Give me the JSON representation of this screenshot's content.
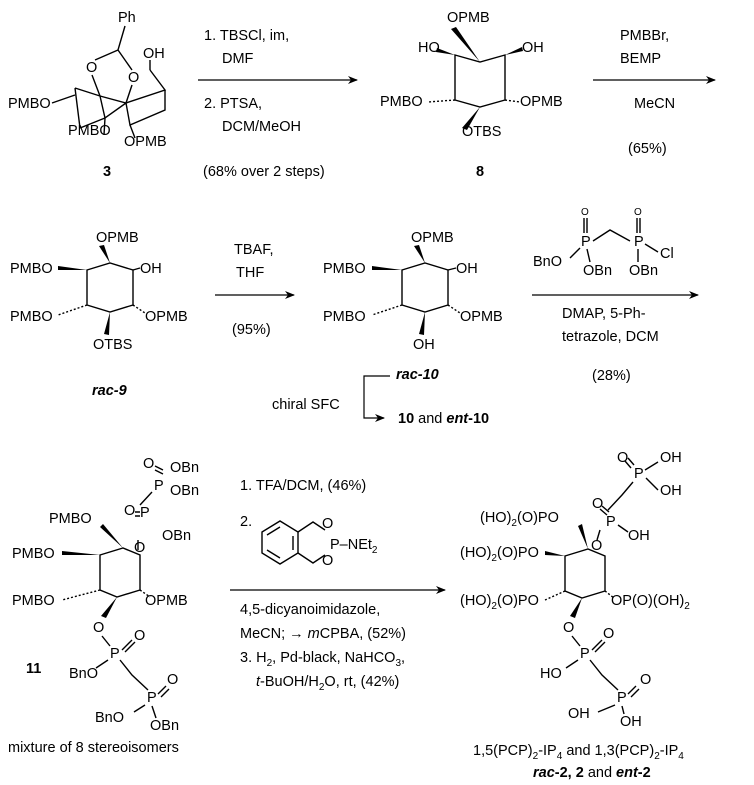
{
  "compounds": {
    "c3": {
      "label": "3",
      "groups": {
        "ph": "Ph",
        "oh": "OH",
        "o1": "O",
        "o2": "O",
        "pmbo": "PMBO",
        "pmbo2": "PMBO",
        "opmb": "OPMB"
      }
    },
    "c8": {
      "label": "8",
      "groups": {
        "top": "OPMB",
        "left_oh": "HO",
        "right_oh": "OH",
        "pmbo": "PMBO",
        "opmb": "OPMB",
        "bottom": "OTBS"
      }
    },
    "c9": {
      "label_italic": "rac",
      "label_suffix": "-9",
      "groups": {
        "top": "OPMB",
        "pmbo1": "PMBO",
        "oh": "OH",
        "pmbo2": "PMBO",
        "opmb": "OPMB",
        "bottom": "OTBS"
      }
    },
    "c10": {
      "label_italic": "rac",
      "label_suffix": "-10",
      "groups": {
        "top": "OPMB",
        "pmbo1": "PMBO",
        "oh": "OH",
        "pmbo2": "PMBO",
        "opmb": "OPMB",
        "bottom": "OH"
      }
    },
    "c11": {
      "label": "11",
      "note": "mixture of 8 stereoisomers",
      "groups": {
        "opbn1": "OBn",
        "opbn2": "OBn",
        "p": "P",
        "o": "O",
        "pmbo1": "PMBO",
        "pmbo2": "PMBO",
        "pmbo3": "PMBO",
        "opmb": "OPMB",
        "obn3": "OBn",
        "bno": "BnO",
        "bno2": "BnO",
        "obn4": "OBn"
      }
    },
    "c2": {
      "line1": "1,5(PCP)",
      "line1b": "-IP",
      "line1c": " and 1,3(PCP)",
      "sub2": "2",
      "sub4": "4",
      "line2_a": "rac",
      "line2_b": "-2, 2",
      "line2_c": " and ",
      "line2_d": "ent",
      "line2_e": "-2"
    }
  },
  "steps": {
    "s1": {
      "r1": "1. TBSCl, im,",
      "r2": "DMF",
      "r3": "2. PTSA,",
      "r4": "DCM/MeOH",
      "yield": "(68% over 2 steps)"
    },
    "s2": {
      "r1": "PMBBr,",
      "r2": "BEMP",
      "r3": "MeCN",
      "yield": "(65%)"
    },
    "s3": {
      "r1": "TBAF,",
      "r2": "THF",
      "yield": "(95%)"
    },
    "s4": {
      "reagent_labels": {
        "bno": "BnO",
        "obn1": "OBn",
        "obn2": "OBn",
        "cl": "Cl"
      },
      "r1": "DMAP, 5-Ph-",
      "r2": "tetrazole, DCM",
      "yield": "(28%)"
    },
    "sep": {
      "label": "chiral SFC",
      "top_italic": "rac",
      "top_suffix": "-10",
      "bottom_a": "10",
      "bottom_b": " and ",
      "bottom_c": "ent",
      "bottom_d": "-10"
    },
    "s5": {
      "r1": "1. TFA/DCM, (46%)",
      "r2": "2.",
      "net2": "P–NEt",
      "r3": "4,5-dicyanoimidazole,",
      "r4a": "MeCN; → ",
      "r4b": "m",
      "r4c": "CPBA, (52%)",
      "r5": "3. H",
      "r5b": ", Pd-black, NaHCO",
      "r6a": "t",
      "r6b": "-BuOH/H",
      "r6c": "O, rt, (42%)"
    }
  }
}
